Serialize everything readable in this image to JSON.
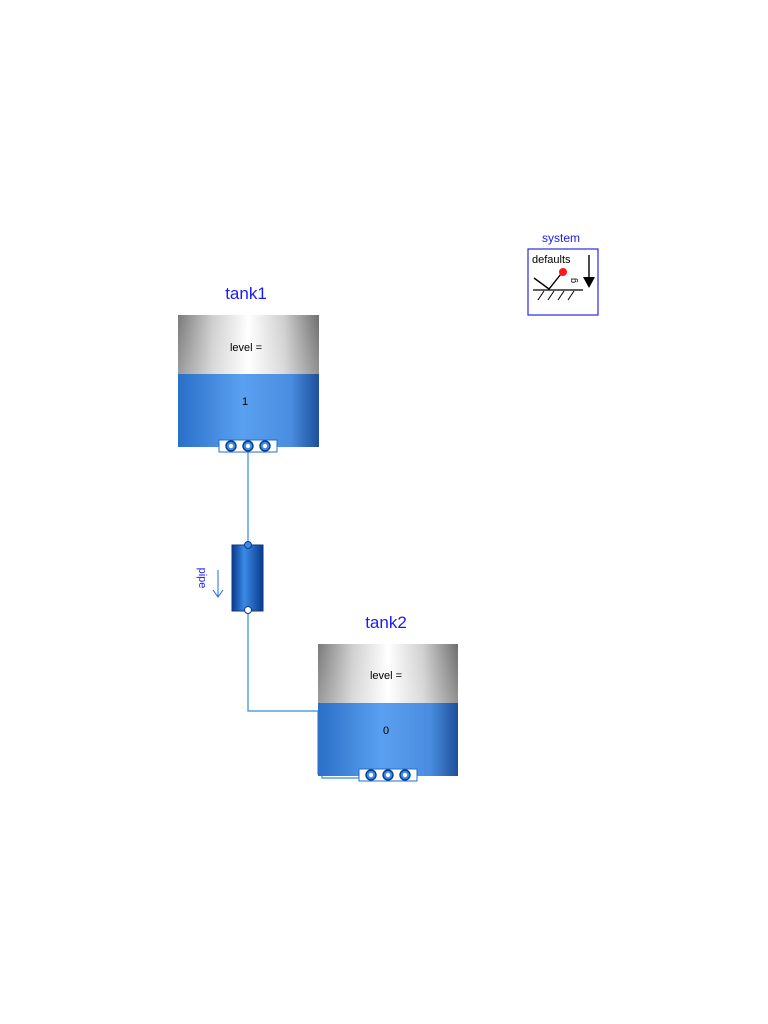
{
  "system": {
    "label": "system",
    "defaults_text": "defaults",
    "gravity_symbol": "g"
  },
  "tank1": {
    "name": "tank1",
    "level_label": "level =",
    "level_value": "1"
  },
  "tank2": {
    "name": "tank2",
    "level_label": "level =",
    "level_value": "0"
  },
  "pipe": {
    "name": "pipe"
  },
  "colors": {
    "label": "#1a1aff",
    "connection": "#2f8fdc",
    "fluid": "#4a90e8",
    "port": "#1e6fd0"
  },
  "icons": [
    "gravity-arrow-icon",
    "flow-direction-arrow-icon"
  ]
}
